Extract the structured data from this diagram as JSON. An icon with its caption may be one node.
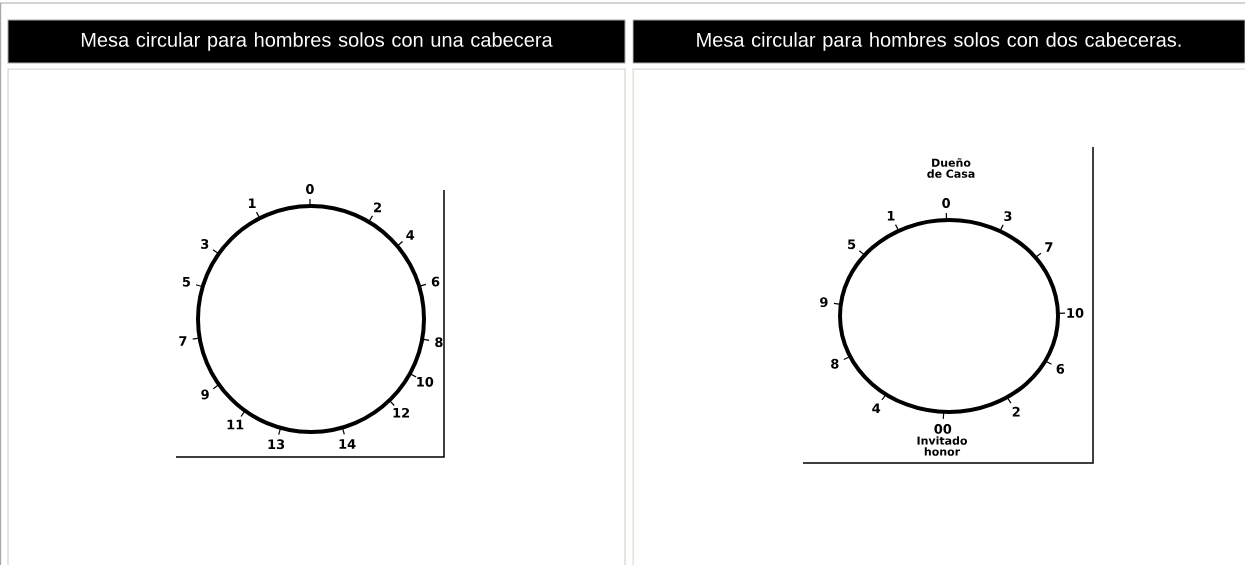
{
  "diagram": {
    "nodes": [
      {
        "text": [
          "Mesa circular para hombres solos con una cabecera"
        ]
      },
      {
        "text": [
          "Mesa circular para hombres solos con dos cabeceras."
        ]
      }
    ],
    "labels": [
      "0",
      "1",
      "2",
      "3",
      "4",
      "5",
      "6",
      "7",
      "8",
      "9",
      "10",
      "11",
      "12",
      "13",
      "14",
      "Dueño de Casa",
      "0",
      "1",
      "3",
      "5",
      "7",
      "9",
      "10",
      "8",
      "6",
      "4",
      "2",
      "00",
      "Invitado honor"
    ]
  }
}
